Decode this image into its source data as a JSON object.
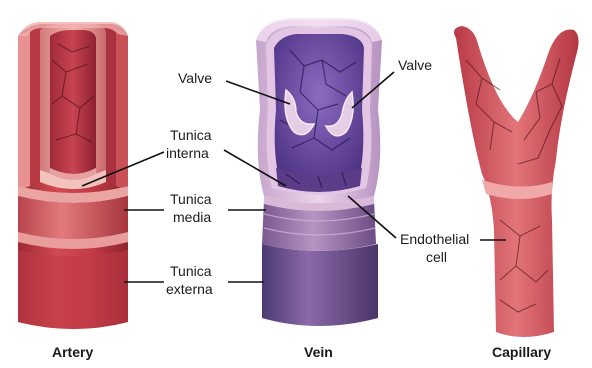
{
  "vessels": {
    "artery": "Artery",
    "vein": "Vein",
    "capillary": "Capillary"
  },
  "labels": {
    "valve_left": "Valve",
    "valve_right": "Valve",
    "tunica_interna": [
      "Tunica",
      "interna"
    ],
    "tunica_media": [
      "Tunica",
      "media"
    ],
    "tunica_externa": [
      "Tunica",
      "externa"
    ],
    "endothelial_cell": [
      "Endothelial",
      "cell"
    ]
  },
  "colors": {
    "artery_externa": "#c8404a",
    "artery_media": "#d9646a",
    "artery_interna": "#e89a98",
    "vein_interior": "#6e4c9c",
    "vein_externa": "#7a5a98",
    "capillary": "#d45a62"
  }
}
